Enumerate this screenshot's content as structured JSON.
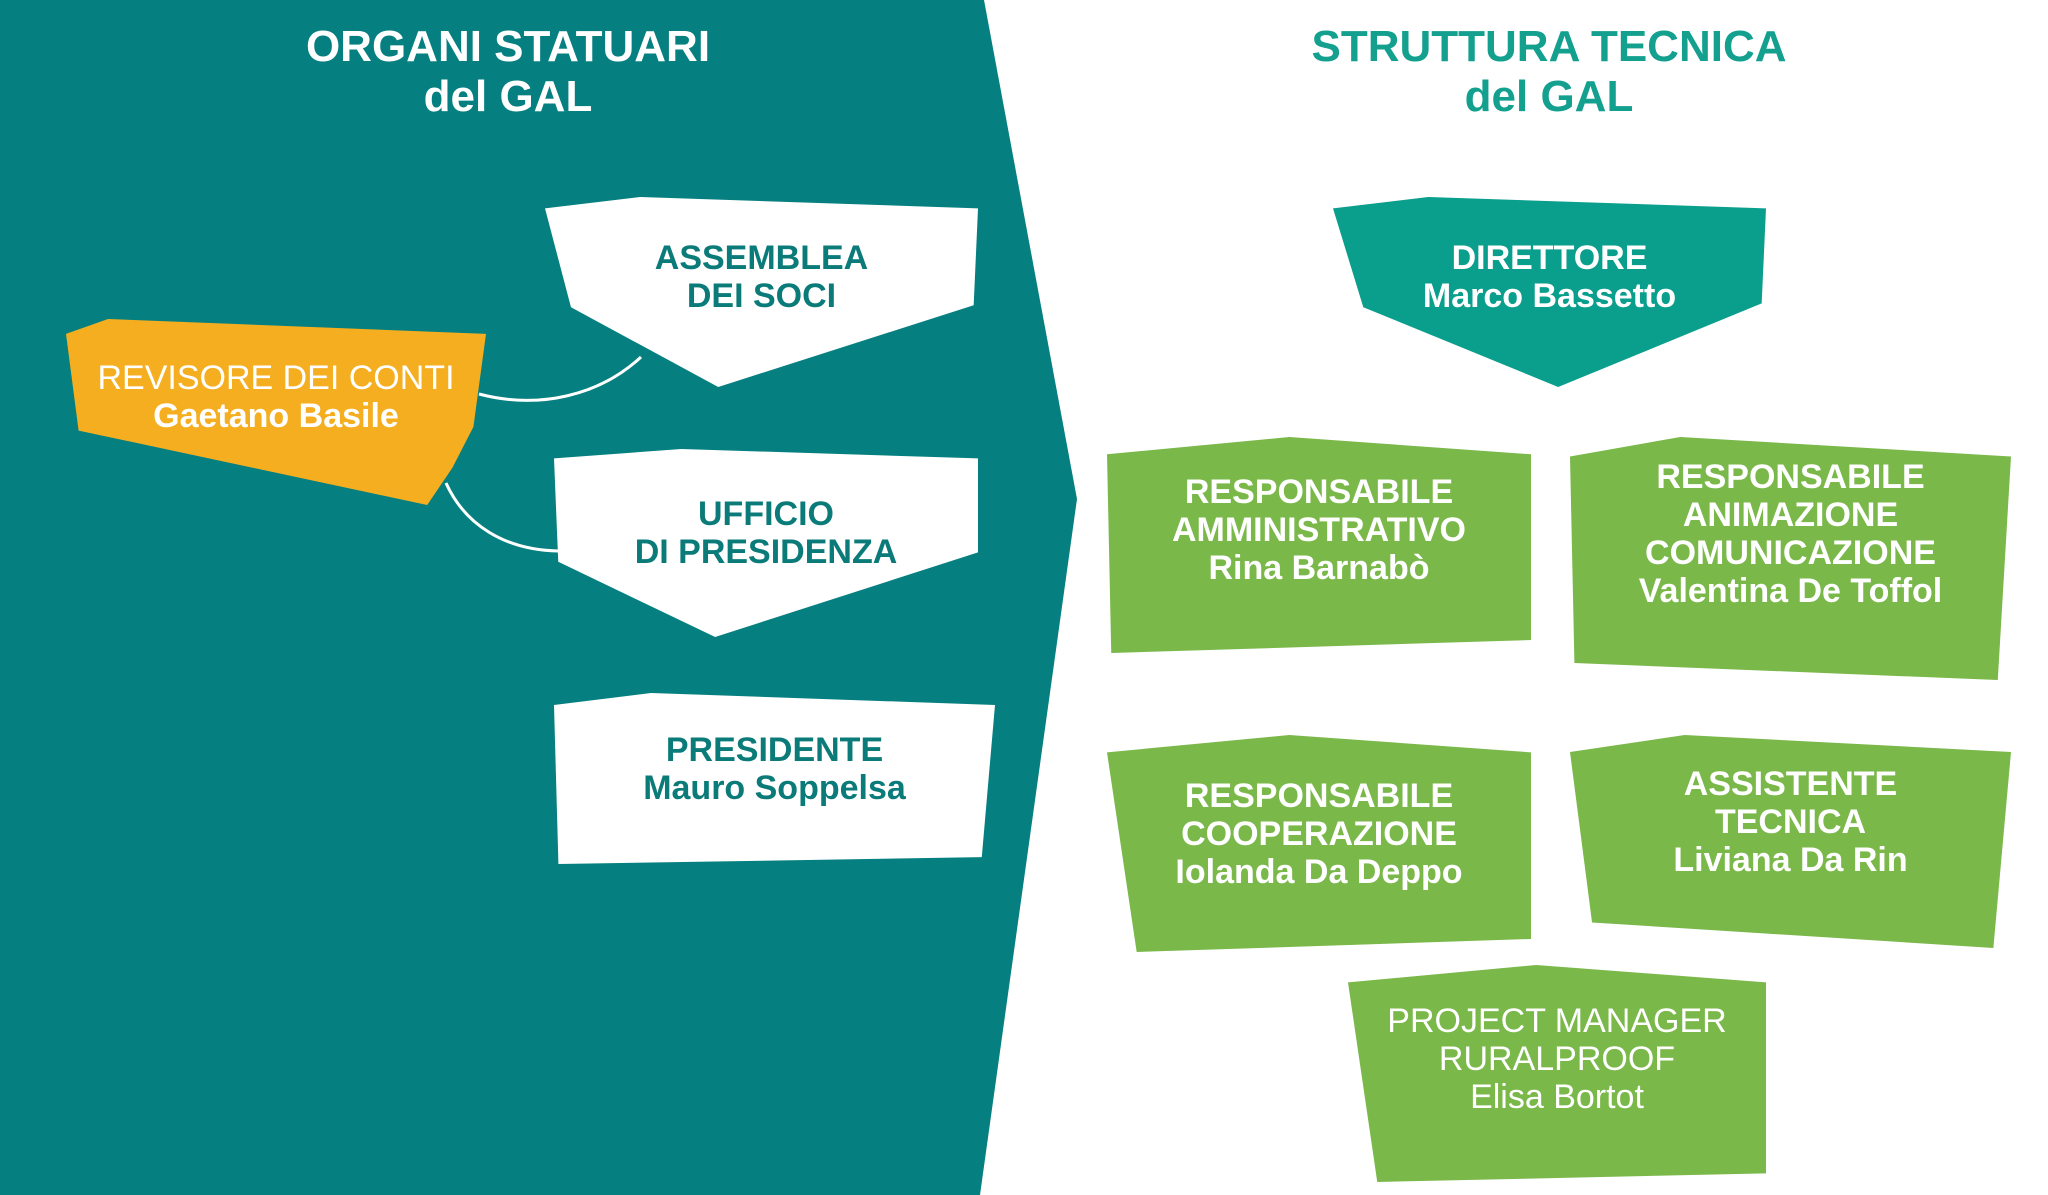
{
  "left_title": {
    "line1": "ORGANI STATUARI",
    "line2": "del GAL"
  },
  "right_title": {
    "line1": "STRUTTURA TECNICA",
    "line2": "del GAL"
  },
  "organi": {
    "assemblea": {
      "line1": "ASSEMBLEA",
      "line2": "DEI SOCI"
    },
    "revisore": {
      "role": "REVISORE DEI CONTI",
      "name": "Gaetano Basile"
    },
    "ufficio": {
      "line1": "UFFICIO",
      "line2": "DI PRESIDENZA"
    },
    "presidente": {
      "role": "PRESIDENTE",
      "name": "Mauro Soppelsa"
    }
  },
  "struttura": {
    "direttore": {
      "role": "DIRETTORE",
      "name": "Marco Bassetto"
    },
    "amministrativo": {
      "line1": "RESPONSABILE",
      "line2": "AMMINISTRATIVO",
      "name": "Rina Barnabò"
    },
    "animazione": {
      "line1": "RESPONSABILE",
      "line2": "ANIMAZIONE",
      "line3": "COMUNICAZIONE",
      "name": "Valentina De Toffol"
    },
    "cooperazione": {
      "line1": "RESPONSABILE",
      "line2": "COOPERAZIONE",
      "name": "Iolanda Da Deppo"
    },
    "assistente": {
      "line1": "ASSISTENTE",
      "line2": "TECNICA",
      "name": "Liviana Da Rin"
    },
    "project_manager": {
      "line1": "PROJECT MANAGER",
      "line2": "RURALPROOF",
      "name": "Elisa Bortot"
    }
  },
  "colors": {
    "teal_bg": "#067f80",
    "title_teal": "#13a08e",
    "orange": "#f5ae1f",
    "green": "#7ab84a",
    "direttore": "#0a9e8c"
  }
}
